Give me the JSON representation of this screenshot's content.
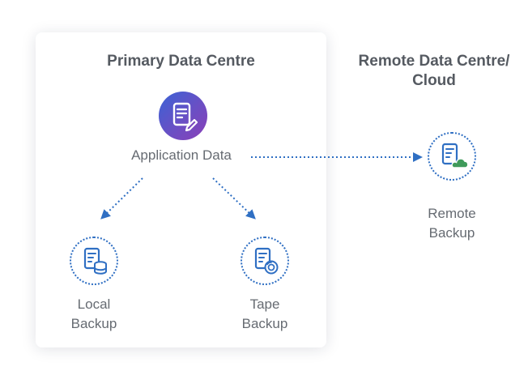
{
  "primary": {
    "title": "Primary Data Centre",
    "application": {
      "label": "Application Data",
      "icon": "document-edit-icon"
    },
    "local": {
      "line1": "Local",
      "line2": "Backup",
      "icon": "document-database-icon"
    },
    "tape": {
      "line1": "Tape",
      "line2": "Backup",
      "icon": "document-tape-icon"
    }
  },
  "remote": {
    "title_line1": "Remote Data Centre/",
    "title_line2": "Cloud",
    "backup": {
      "line1": "Remote",
      "line2": "Backup",
      "icon": "document-cloud-icon"
    }
  },
  "colors": {
    "accent": "#2f6fc3",
    "icon_gradient_start": "#3a63d6",
    "icon_gradient_end": "#8a3fb8",
    "cloud": "#3f9a5a",
    "text": "#555a61"
  }
}
